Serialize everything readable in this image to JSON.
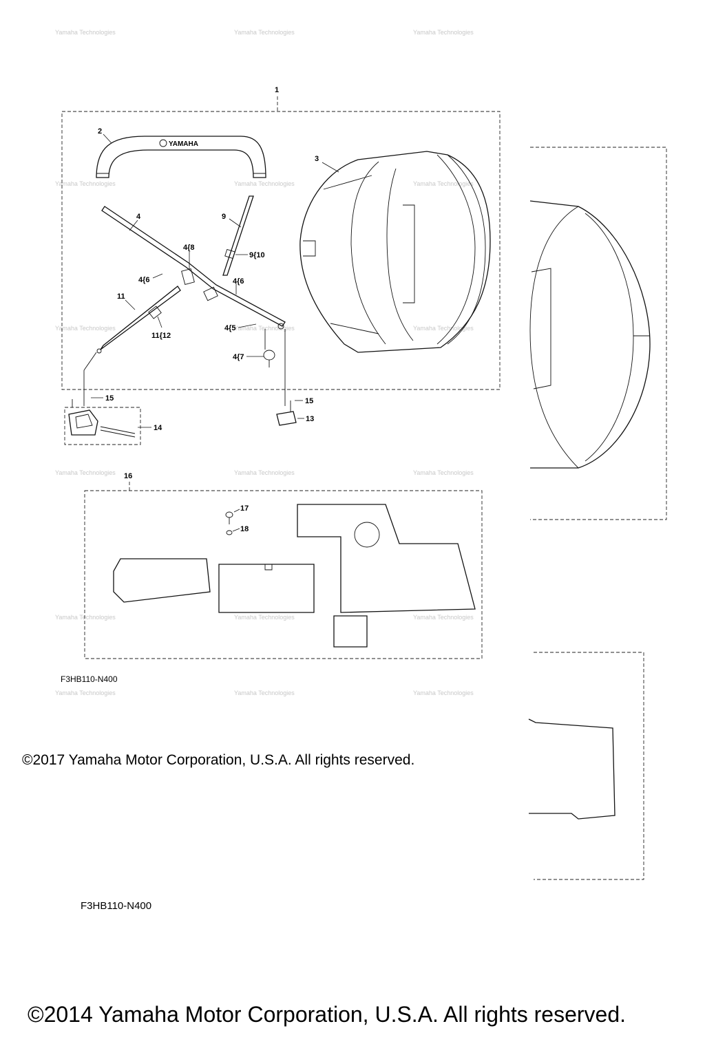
{
  "diagram": {
    "callouts": {
      "c1": "1",
      "c2": "2",
      "c3": "3",
      "c4": "4",
      "c4_8": "4{8",
      "c4_6a": "4{6",
      "c4_6b": "4{6",
      "c4_5": "4{5",
      "c4_7": "4{7",
      "c9": "9",
      "c9_10": "9{10",
      "c11": "11",
      "c11_12": "11{12",
      "c13": "13",
      "c14": "14",
      "c15a": "15",
      "c15b": "15",
      "c16": "16",
      "c17": "17",
      "c18": "18"
    },
    "logo_text": "YAMAHA",
    "watermark_text": "Yamaha Technologies"
  },
  "footer": {
    "code_small": "F3HB110-N400",
    "copyright_small": "©2017 Yamaha Motor Corporation, U.S.A. All rights reserved.",
    "code_large": "F3HB110-N400",
    "copyright_large": "©2014 Yamaha Motor Corporation, U.S.A. All rights reserved."
  }
}
